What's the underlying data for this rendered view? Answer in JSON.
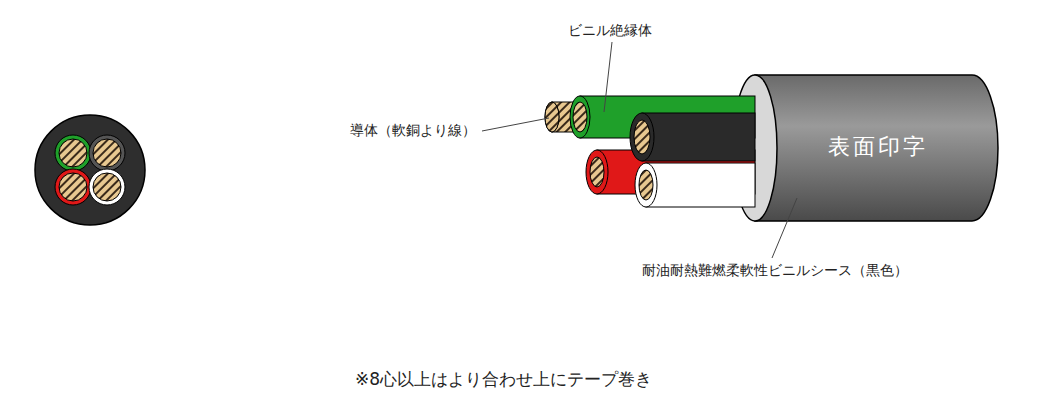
{
  "diagram": {
    "labels": [
      "ビニル絶縁体",
      "導体（軟銅より線）",
      "表面印字",
      "耐油耐熱難燃柔軟性ビニルシース（黒色）",
      "※8心以上はより合わせ上にテープ巻き"
    ]
  }
}
